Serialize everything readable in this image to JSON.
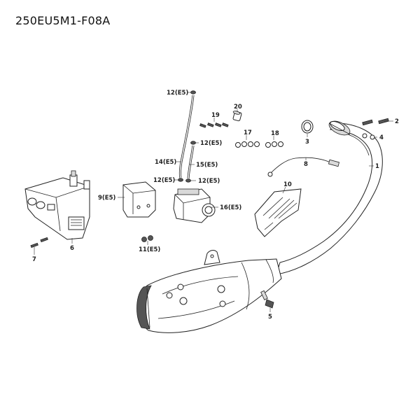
{
  "title": "250EU5M1-F08A",
  "callouts": {
    "c1": "1",
    "c2": "2",
    "c3": "3",
    "c4": "4",
    "c5": "5",
    "c6": "6",
    "c7": "7",
    "c8": "8",
    "c9": "9(E5)",
    "c10": "10",
    "c11": "11(E5)",
    "c12a": "12(E5)",
    "c12b": "12(E5)",
    "c12c": "12(E5)",
    "c12d": "12(E5)",
    "c14": "14(E5)",
    "c15": "15(E5)",
    "c16": "16(E5)",
    "c17": "17",
    "c18": "18",
    "c19": "19",
    "c20": "20"
  }
}
